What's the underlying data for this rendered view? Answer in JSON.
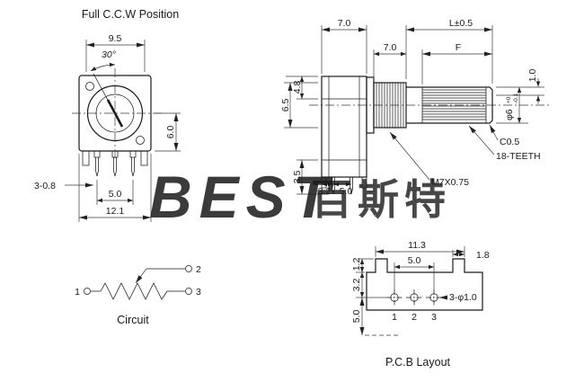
{
  "front_view": {
    "title": "Full C.C.W Position",
    "dim_width_top": "9.5",
    "dim_angle": "30°",
    "dim_height": "6.0",
    "dim_pins": "3-0.8",
    "dim_pin_span": "5.0",
    "dim_total_width": "12.1"
  },
  "side_view": {
    "dim_body_depth": "7.0",
    "dim_shaft_length": "L±0.5",
    "dim_bushing_length": "7.0",
    "dim_flat_length": "F",
    "dim_tip": "1.0",
    "dim_upper": "4.8",
    "dim_mid": "6.5",
    "dim_lower": "3.5",
    "dim_pin_offset": "3.2",
    "dim_pin_span": "5.0",
    "shaft_dia": "φ6",
    "shaft_tol_upper": "+0",
    "shaft_tol_lower": "-0.1",
    "label_chamfer": "C0.5",
    "label_teeth": "18-TEETH",
    "label_thread": "M7X0.75"
  },
  "circuit_view": {
    "title": "Circuit",
    "terminal_1": "1",
    "terminal_2": "2",
    "terminal_3": "3"
  },
  "pcb_view": {
    "title": "P.C.B Layout",
    "dim_width": "11.3",
    "dim_slot_height": "1.2",
    "dim_hole_span": "5.0",
    "dim_slot_width": "1.8",
    "dim_hole_offset": "3.2",
    "dim_bottom": "5.0",
    "label_holes": "3-φ1.0",
    "hole_1": "1",
    "hole_2": "2",
    "hole_3": "3"
  },
  "watermark": {
    "brand": "BEST",
    "cjk": "百斯特",
    "brand_color": "#1e63b2",
    "cjk_color": "#b6c1d2"
  }
}
